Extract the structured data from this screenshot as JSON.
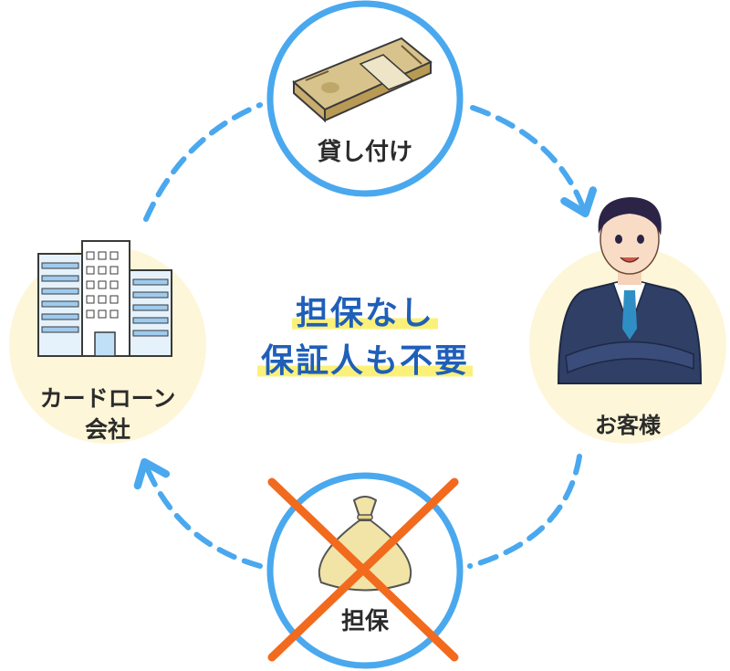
{
  "nodes": {
    "loan": {
      "label": "貸し付け"
    },
    "customer": {
      "label": "お客様"
    },
    "collateral": {
      "label": "担保"
    },
    "company": {
      "label_line1": "カードローン",
      "label_line2": "会社"
    }
  },
  "center_text": {
    "line1": "担保なし",
    "line2": "保証人も不要"
  },
  "colors": {
    "circle_blue": "#4aa8ee",
    "arrow_blue": "#4aa8ee",
    "cream": "#fdf6d8",
    "cross_orange": "#f26a1d",
    "highlight_yellow": "#fbf17a",
    "center_text_blue": "#1f5fb8"
  },
  "icons": {
    "loan": "money-bundle-icon",
    "customer": "businessman-icon",
    "collateral": "money-bag-icon",
    "company": "office-building-icon"
  }
}
